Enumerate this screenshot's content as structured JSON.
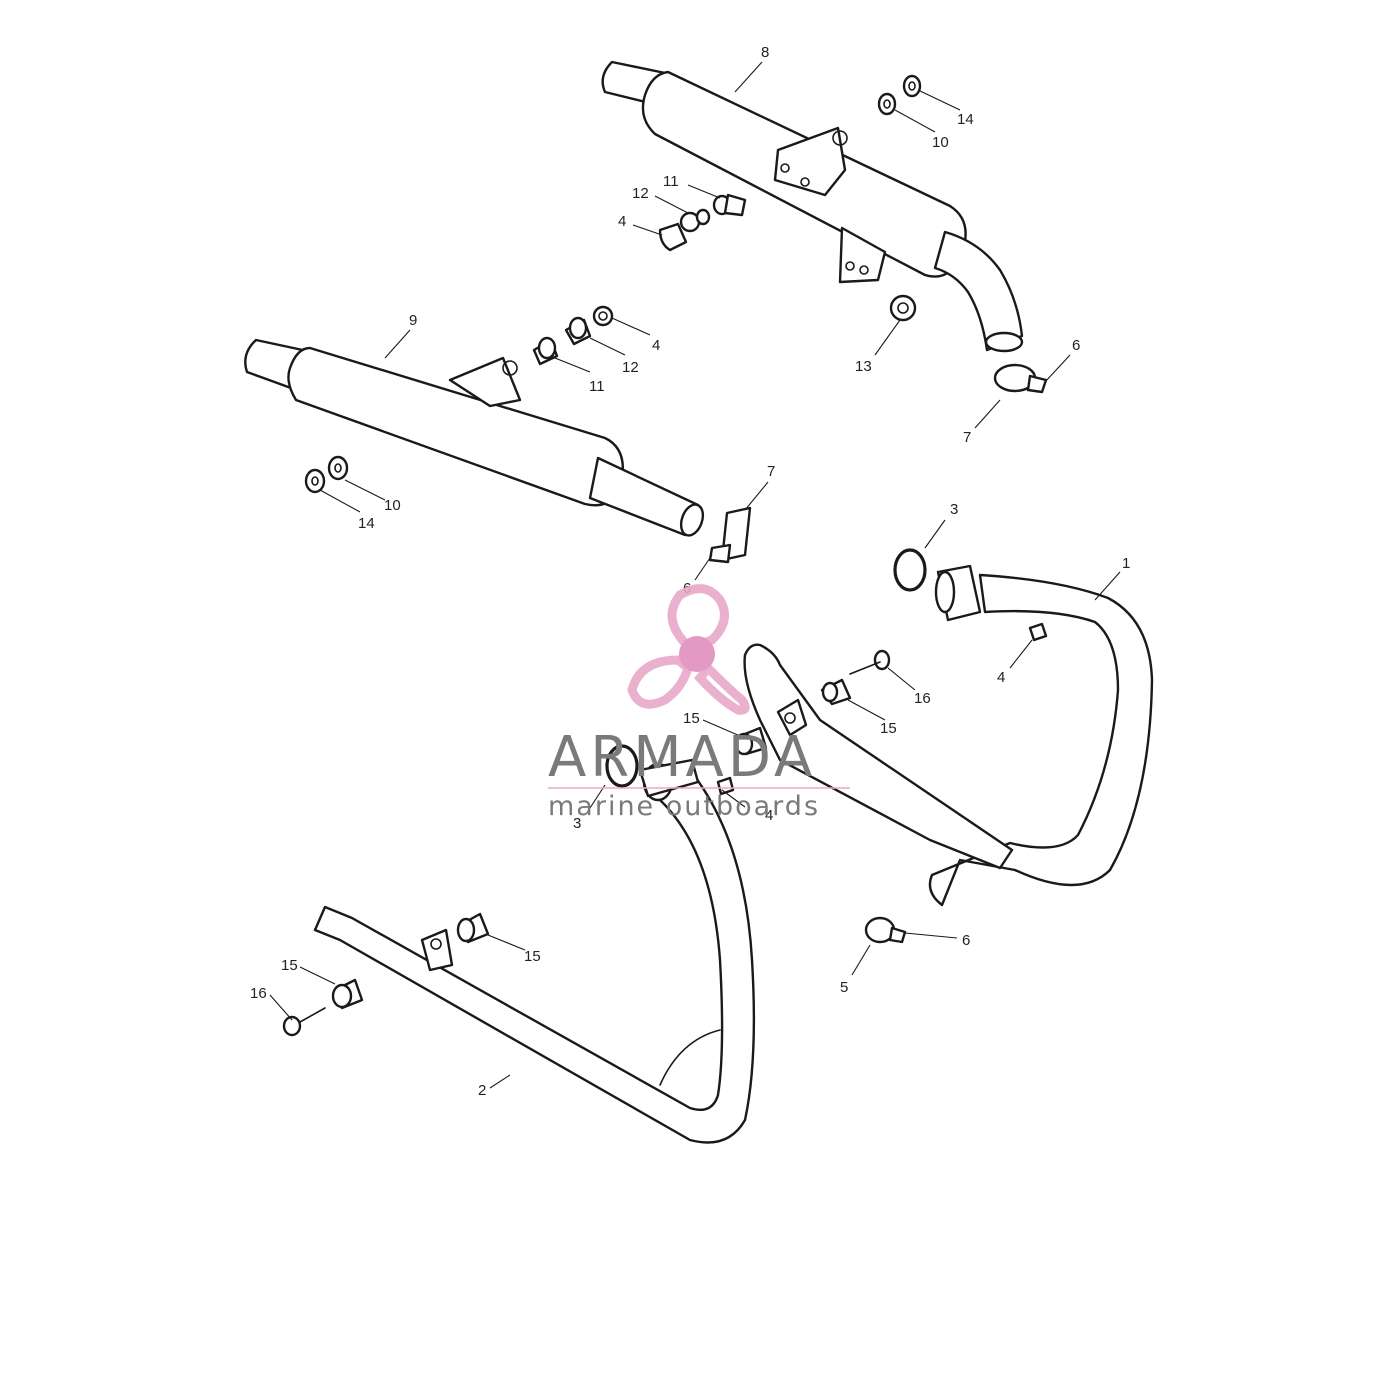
{
  "callouts": [
    {
      "id": "c1",
      "text": "1"
    },
    {
      "id": "c2",
      "text": "2"
    },
    {
      "id": "c3a",
      "text": "3"
    },
    {
      "id": "c3b",
      "text": "3"
    },
    {
      "id": "c4a",
      "text": "4"
    },
    {
      "id": "c4b",
      "text": "4"
    },
    {
      "id": "c4c",
      "text": "4"
    },
    {
      "id": "c4d",
      "text": "4"
    },
    {
      "id": "c5",
      "text": "5"
    },
    {
      "id": "c6a",
      "text": "6"
    },
    {
      "id": "c6b",
      "text": "6"
    },
    {
      "id": "c6c",
      "text": "6"
    },
    {
      "id": "c7a",
      "text": "7"
    },
    {
      "id": "c7b",
      "text": "7"
    },
    {
      "id": "c8",
      "text": "8"
    },
    {
      "id": "c9",
      "text": "9"
    },
    {
      "id": "c10a",
      "text": "10"
    },
    {
      "id": "c10b",
      "text": "10"
    },
    {
      "id": "c11a",
      "text": "11"
    },
    {
      "id": "c11b",
      "text": "11"
    },
    {
      "id": "c12a",
      "text": "12"
    },
    {
      "id": "c12b",
      "text": "12"
    },
    {
      "id": "c13",
      "text": "13"
    },
    {
      "id": "c14a",
      "text": "14"
    },
    {
      "id": "c14b",
      "text": "14"
    },
    {
      "id": "c15a",
      "text": "15"
    },
    {
      "id": "c15b",
      "text": "15"
    },
    {
      "id": "c15c",
      "text": "15"
    },
    {
      "id": "c15d",
      "text": "15"
    },
    {
      "id": "c16a",
      "text": "16"
    },
    {
      "id": "c16b",
      "text": "16"
    }
  ],
  "watermark": {
    "brand": "ARMADA",
    "tagline": "marine outboards",
    "logo_icon": "propeller-icon",
    "logo_color": "#e8a9c9",
    "hub_color": "#e08fbd",
    "text_color": "#7a7a7a"
  }
}
